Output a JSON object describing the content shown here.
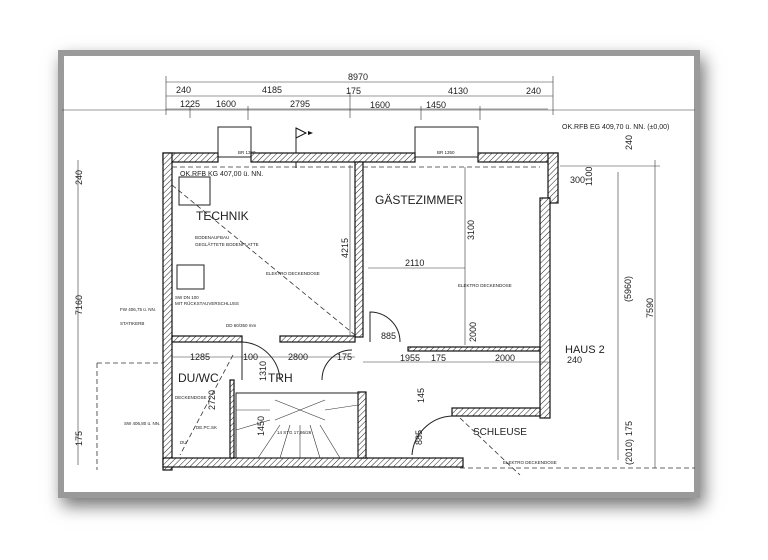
{
  "plan": {
    "levels": {
      "eg": "OK.RFB EG 409,70 ü. NN. (±0,00)",
      "kg": "OK.RFB KG 407,00 ü. NN."
    },
    "top_dims": {
      "total": "8970",
      "row2": [
        "240",
        "4185",
        "175",
        "4130",
        "240"
      ],
      "row3": [
        "1225",
        "1600",
        "2795",
        "1600",
        "1450"
      ]
    },
    "windows": [
      "BR 1350",
      "BR 1350"
    ],
    "rooms": {
      "technik": "TECHNIK",
      "gaestezimmer": "GÄSTEZIMMER",
      "du_wc": "DU/WC",
      "trh": "TRH",
      "schleuse": "SCHLEUSE",
      "haus2": "HAUS 2"
    },
    "notes": {
      "bodenaufbau": "BODENAUFBAU",
      "bodenplatte": "GEGLÄTTETE BODENPLATTE",
      "elektro1": "ELEKTRO DECKENDOSE",
      "elektro2": "ELEKTRO DECKENDOSE",
      "elektro3": "ELEKTRO DECKENDOSE",
      "sw_dn": "SW DN 100",
      "rueckstau": "MIT RÜCKSTAUVERSCHLUSS",
      "dd": "DD 60/350 mm",
      "fw": "FW 406,75 ü. NN.",
      "statiker": "STATIKERB",
      "sw_level": "SW 406,80 ü. NN.",
      "de_pc": "DE.PC.SK",
      "deckendose": "DECKENDOSE",
      "du": "DU",
      "stairs": "14 STG 17,86/26"
    },
    "inner_dims": {
      "d4215": "4215",
      "d3100": "3100",
      "d2110": "2110",
      "d2000a": "2000",
      "d885a": "885",
      "d1955": "1955",
      "d175a": "175",
      "d2000b": "2000",
      "d240r": "240",
      "d300": "300",
      "d1100": "1100",
      "d1285": "1285",
      "d100": "100",
      "d2800": "2800",
      "d175b": "175",
      "d2720": "2720",
      "d1310": "1310",
      "d1450": "1450",
      "d145": "145",
      "d885b": "885"
    },
    "side_dims": {
      "left": [
        "240",
        "7160",
        "175"
      ],
      "right": [
        "240",
        "(5960)",
        "7590",
        "175",
        "(2010)"
      ]
    }
  }
}
